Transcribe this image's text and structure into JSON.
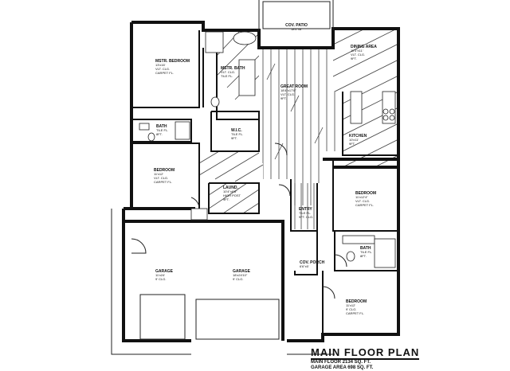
{
  "plan": {
    "title": "MAIN FLOOR PLAN",
    "area_lines": [
      "MAIN FLOOR 2134 SQ. FT.",
      "GARAGE AREA 698 SQ. FT."
    ]
  },
  "rooms": [
    {
      "id": "cov-patio",
      "name": "COV. PATIO",
      "details": [
        "18'6\"x8'"
      ]
    },
    {
      "id": "mstr-bedroom",
      "name": "MSTR. BEDROOM",
      "details": [
        "13'x16'",
        "VLT. CLG.",
        "CARPET FL."
      ]
    },
    {
      "id": "mstr-bath",
      "name": "MSTR. BATH",
      "details": [
        "VLT. CLG.",
        "TILE FL."
      ]
    },
    {
      "id": "dining-area",
      "name": "DINING AREA",
      "details": [
        "11'4\"x11'",
        "VLT. CLG.",
        "9FT."
      ]
    },
    {
      "id": "great-room",
      "name": "GREAT ROOM",
      "details": [
        "18'4\"x17'6\"",
        "VLT. CLG.",
        "9FT."
      ]
    },
    {
      "id": "walk-in",
      "name": "W.I.C.",
      "details": [
        "TILE FL.",
        "9FT."
      ]
    },
    {
      "id": "kitchen",
      "name": "KITCHEN",
      "details": [
        "10'x11'",
        "9FT."
      ]
    },
    {
      "id": "bath-1",
      "name": "BATH",
      "details": [
        "TILE FL.",
        "8FT."
      ]
    },
    {
      "id": "bedroom-1",
      "name": "BEDROOM",
      "details": [
        "11'x12'",
        "VLT. CLG.",
        "CARPET FL."
      ]
    },
    {
      "id": "laund",
      "name": "LAUND.",
      "details": [
        "10'4\"x6'8\"",
        "HIGH POST",
        "9FT."
      ]
    },
    {
      "id": "entry",
      "name": "ENTRY",
      "details": [
        "TILE FL.",
        "9FT. CLG."
      ]
    },
    {
      "id": "bedroom-2",
      "name": "BEDROOM",
      "details": [
        "11'x12'4\"",
        "VLT. CLG.",
        "CARPET FL."
      ]
    },
    {
      "id": "bath-2",
      "name": "BATH",
      "details": [
        "TILE FL.",
        "8FT."
      ]
    },
    {
      "id": "cov-porch",
      "name": "COV. PORCH",
      "details": [
        "6'6\"x5'"
      ]
    },
    {
      "id": "garage-left",
      "name": "GARAGE",
      "details": [
        "11'x24'",
        "9' CLG."
      ]
    },
    {
      "id": "garage-right",
      "name": "GARAGE",
      "details": [
        "18'x24'10\"",
        "9' CLG."
      ]
    },
    {
      "id": "bedroom-3",
      "name": "BEDROOM",
      "details": [
        "11'x12'",
        "9' CLG.",
        "CARPET FL."
      ]
    }
  ]
}
